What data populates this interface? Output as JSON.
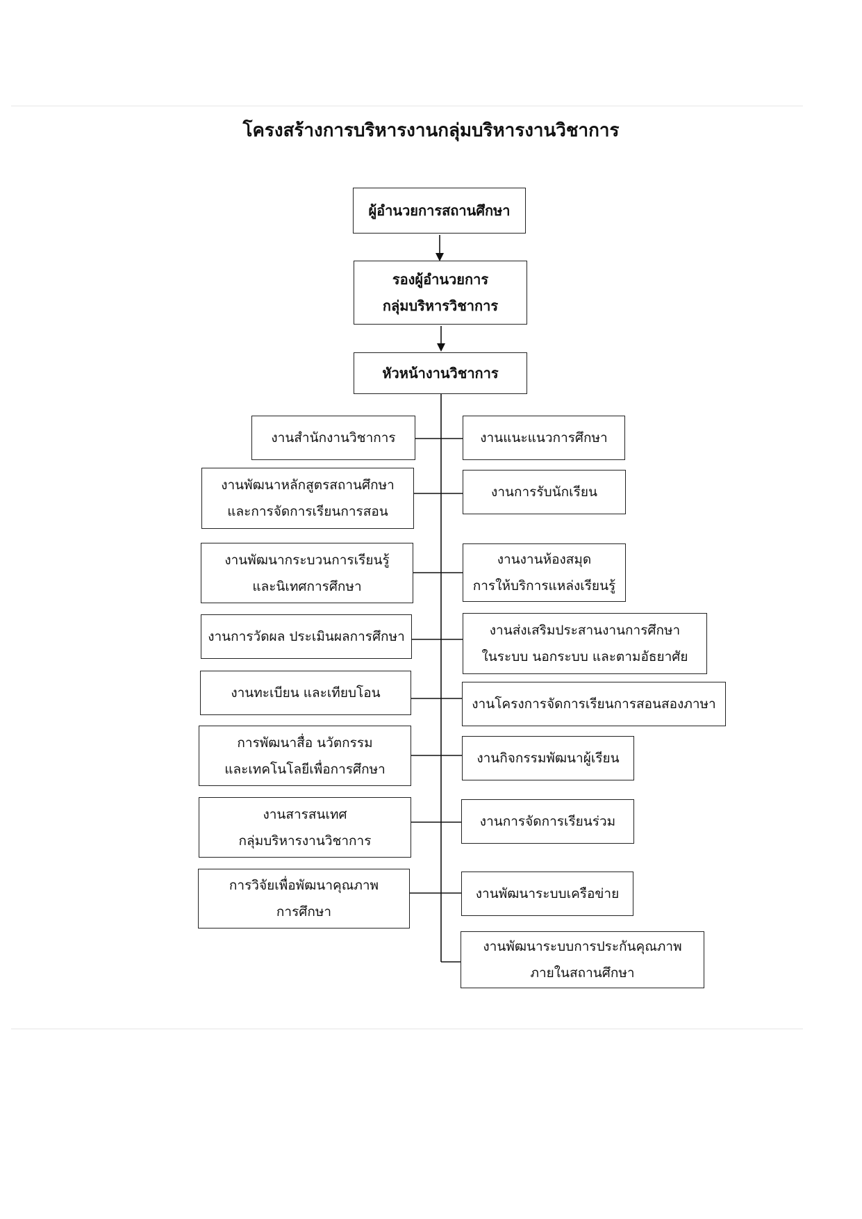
{
  "title": "โครงสร้างการบริหารงานกลุ่มบริหารงานวิชาการ",
  "chain": [
    {
      "text": "ผู้อำนวยการสถานศึกษา"
    },
    {
      "text": "รองผู้อำนวยการ\nกลุ่มบริหารวิชาการ"
    },
    {
      "text": "หัวหน้างานวิชาการ"
    }
  ],
  "left_units": [
    {
      "text": "งานสำนักงานวิชาการ"
    },
    {
      "text": "งานพัฒนาหลักสูตรสถานศึกษา\nและการจัดการเรียนการสอน"
    },
    {
      "text": "งานพัฒนากระบวนการเรียนรู้\nและนิเทศการศึกษา"
    },
    {
      "text": "งานการวัดผล ประเมินผลการศึกษา"
    },
    {
      "text": "งานทะเบียน และเทียบโอน"
    },
    {
      "text": "การพัฒนาสื่อ นวัตกรรม\nและเทคโนโลยีเพื่อการศึกษา"
    },
    {
      "text": "งานสารสนเทศ\nกลุ่มบริหารงานวิชาการ"
    },
    {
      "text": "การวิจัยเพื่อพัฒนาคุณภาพ\nการศึกษา"
    }
  ],
  "right_units": [
    {
      "text": "งานแนะแนวการศึกษา"
    },
    {
      "text": "งานการรับนักเรียน"
    },
    {
      "text": "งานงานห้องสมุด\nการให้บริการแหล่งเรียนรู้"
    },
    {
      "text": "งานส่งเสริมประสานงานการศึกษา\nในระบบ นอกระบบ และตามอัธยาศัย"
    },
    {
      "text": "งานโครงการจัดการเรียนการสอนสองภาษา"
    },
    {
      "text": "งานกิจกรรมพัฒนาผู้เรียน"
    },
    {
      "text": "งานการจัดการเรียนร่วม"
    },
    {
      "text": "งานพัฒนาระบบเครือข่าย"
    },
    {
      "text": "งานพัฒนาระบบการประกันคุณภาพ\nภายในสถานศึกษา"
    }
  ]
}
